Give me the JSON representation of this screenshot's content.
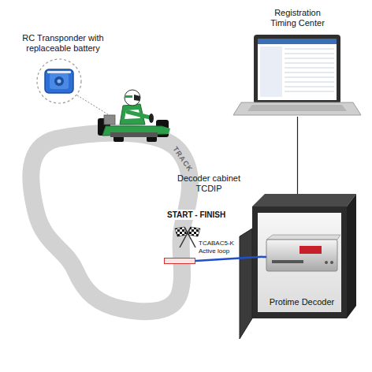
{
  "diagram": {
    "nodes": [
      {
        "text": [
          "RC Transponder with replaceable battery"
        ]
      },
      {
        "text": [
          "Registration Timing Center"
        ]
      },
      {
        "text": [
          "Decoder cabinet TCDIP"
        ]
      },
      {
        "text": [
          "Protime Decoder"
        ],
        "in": 2
      },
      {
        "text": [
          "TCABAC5-K Active loop"
        ]
      }
    ],
    "edges": [
      {
        "from": 1,
        "to": 2,
        "arrow": "none"
      },
      {
        "from": 4,
        "to": 3,
        "arrow": "none"
      }
    ],
    "labels": [
      "TRACK",
      "START - FINISH"
    ]
  }
}
